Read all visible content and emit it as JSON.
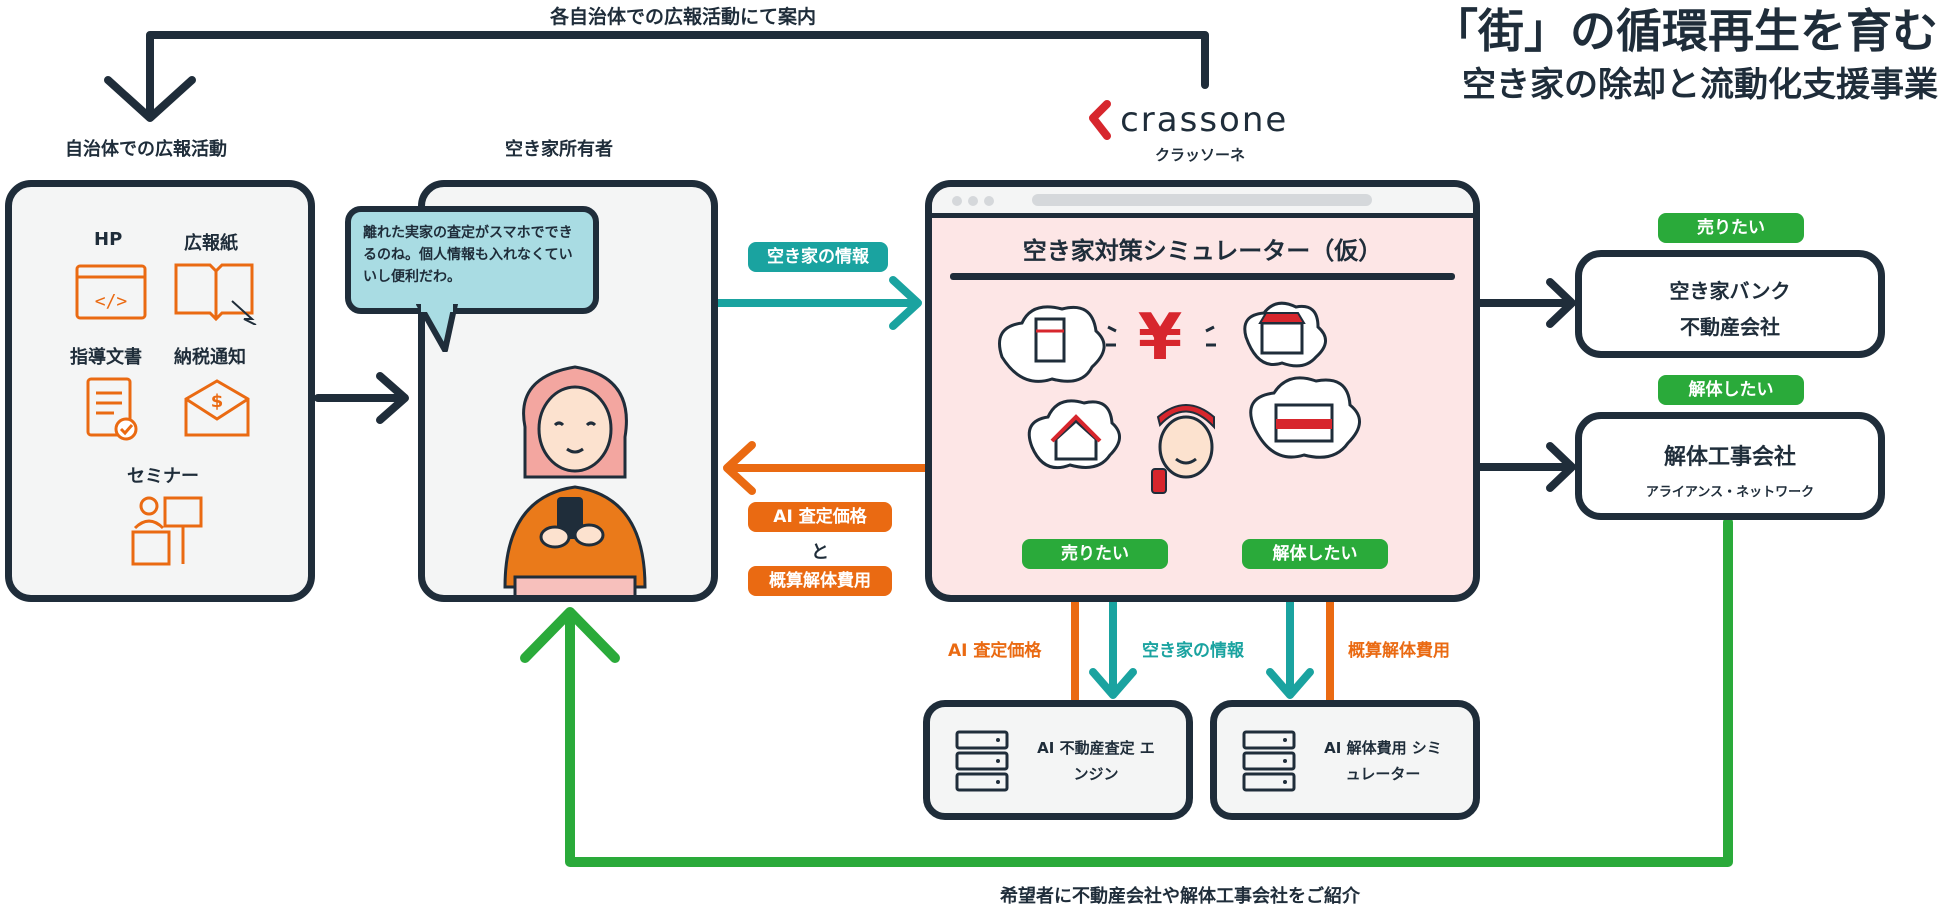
{
  "header": {
    "title_line1": "「街」の循環再生を育む",
    "title_line2": "空き家の除却と流動化支援事業"
  },
  "brand": {
    "logo": "crassone",
    "kana": "クラッソーネ"
  },
  "top_arrow_label": "各自治体での広報活動にて案内",
  "municipality": {
    "title": "自治体での広報活動",
    "items": [
      "HP",
      "広報紙",
      "指導文書",
      "納税通知",
      "セミナー"
    ]
  },
  "owner": {
    "title": "空き家所有者",
    "speech": "離れた実家の査定がスマホでできるのね。個人情報も入れなくていいし便利だわ。"
  },
  "flows": {
    "info_to_sim": "空き家の情報",
    "ai_price": "AI 査定価格",
    "and": "と",
    "demolition_cost": "概算解体費用"
  },
  "simulator": {
    "title": "空き家対策シミュレーター（仮）",
    "sell_pill": "売りたい",
    "demolish_pill": "解体したい"
  },
  "engines": {
    "ai_price_label": "AI 査定価格",
    "info_label": "空き家の情報",
    "cost_label": "概算解体費用",
    "realestate": "AI 不動産査定 エンジン",
    "demolition": "AI 解体費用 シミュレーター"
  },
  "right": {
    "sell_pill": "売りたい",
    "bank_line1": "空き家バンク",
    "bank_line2": "不動産会社",
    "demolish_pill": "解体したい",
    "demolish_company": "解体工事会社",
    "demolish_network": "アライアンス・ネットワーク"
  },
  "bottom_label": "希望者に不動産会社や解体工事会社をご紹介",
  "colors": {
    "navy": "#1f2d3a",
    "teal": "#1aa3a0",
    "orange": "#ea6a12",
    "green": "#2aaa3a",
    "pink": "#fde6e6",
    "red": "#d7262d"
  }
}
